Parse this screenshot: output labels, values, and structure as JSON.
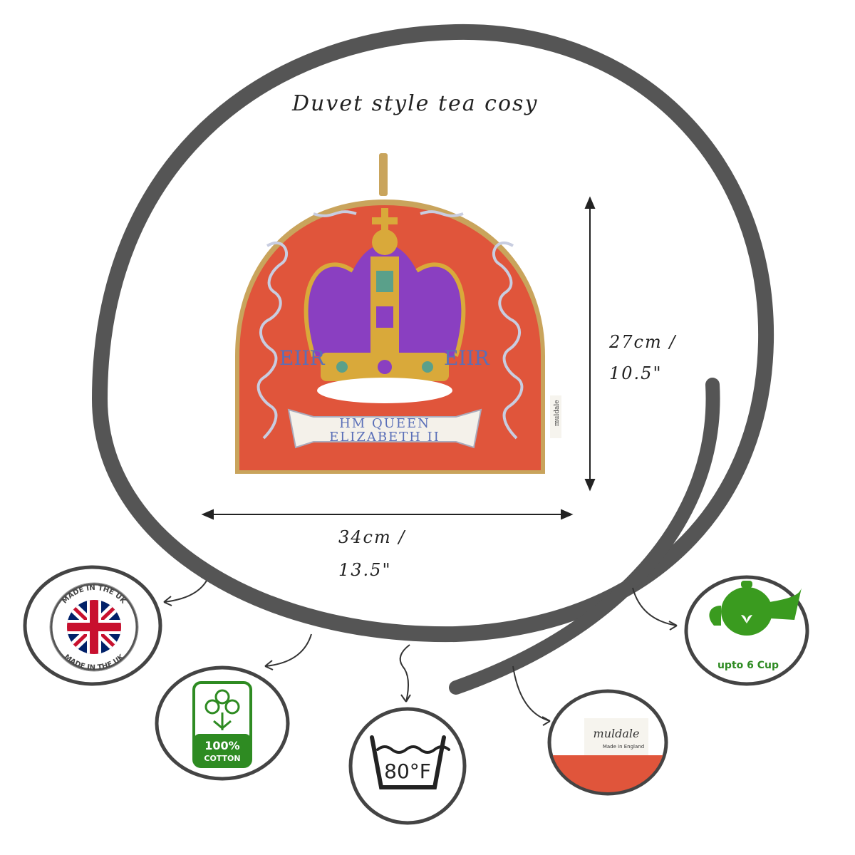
{
  "title": "Duvet style tea cosy",
  "dimensions": {
    "height_line1": "27cm /",
    "height_line2": "10.5\"",
    "width_line1": "34cm /",
    "width_line2": "13.5\""
  },
  "product": {
    "monogram_left": "EIIR",
    "monogram_right": "EIIR",
    "banner_line1": "HM QUEEN",
    "banner_line2": "ELIZABETH II",
    "side_label": "muldale",
    "colors": {
      "fabric": "#e0553b",
      "trim": "#c9a45c",
      "crown_velvet": "#8a3fc1",
      "crown_gold": "#d9a93a"
    }
  },
  "badges": {
    "made_in_uk_top": "MADE IN THE UK",
    "made_in_uk_bottom": "MADE IN THE UK",
    "cotton_percent": "100%",
    "cotton_word": "COTTON",
    "wash_temp": "80°F",
    "capacity": "upto 6 Cup",
    "label_brand": "muldale",
    "label_sub": "Made in England",
    "colors": {
      "green": "#2e8b22",
      "teapot": "#3a9b1f"
    }
  }
}
